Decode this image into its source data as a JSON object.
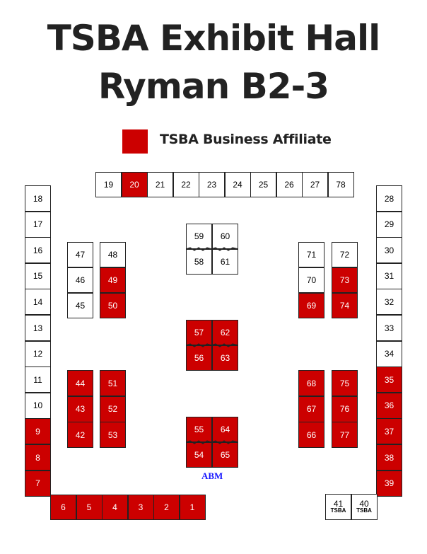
{
  "title_line1": "TSBA Exhibit Hall",
  "title_line2": "Ryman B2-3",
  "legend": {
    "label": "TSBA Business Affiliate",
    "color": "#cc0000"
  },
  "affiliate_color": "#cc0000",
  "abm_label": "ABM",
  "booths": [
    {
      "n": "19",
      "a": false
    },
    {
      "n": "20",
      "a": true
    },
    {
      "n": "21",
      "a": false
    },
    {
      "n": "22",
      "a": false
    },
    {
      "n": "23",
      "a": false
    },
    {
      "n": "24",
      "a": false
    },
    {
      "n": "25",
      "a": false
    },
    {
      "n": "26",
      "a": false
    },
    {
      "n": "27",
      "a": false
    },
    {
      "n": "78",
      "a": false
    },
    {
      "n": "18",
      "a": false
    },
    {
      "n": "17",
      "a": false
    },
    {
      "n": "16",
      "a": false
    },
    {
      "n": "15",
      "a": false
    },
    {
      "n": "14",
      "a": false
    },
    {
      "n": "13",
      "a": false
    },
    {
      "n": "12",
      "a": false
    },
    {
      "n": "11",
      "a": false
    },
    {
      "n": "10",
      "a": false
    },
    {
      "n": "9",
      "a": true
    },
    {
      "n": "8",
      "a": true
    },
    {
      "n": "7",
      "a": true
    },
    {
      "n": "6",
      "a": true
    },
    {
      "n": "5",
      "a": true
    },
    {
      "n": "4",
      "a": true
    },
    {
      "n": "3",
      "a": true
    },
    {
      "n": "2",
      "a": true
    },
    {
      "n": "1",
      "a": true
    },
    {
      "n": "28",
      "a": false
    },
    {
      "n": "29",
      "a": false
    },
    {
      "n": "30",
      "a": false
    },
    {
      "n": "31",
      "a": false
    },
    {
      "n": "32",
      "a": false
    },
    {
      "n": "33",
      "a": false
    },
    {
      "n": "34",
      "a": false
    },
    {
      "n": "35",
      "a": true
    },
    {
      "n": "36",
      "a": true
    },
    {
      "n": "37",
      "a": true
    },
    {
      "n": "38",
      "a": true
    },
    {
      "n": "39",
      "a": true
    },
    {
      "n": "47",
      "a": false
    },
    {
      "n": "46",
      "a": false
    },
    {
      "n": "45",
      "a": false
    },
    {
      "n": "48",
      "a": false
    },
    {
      "n": "49",
      "a": true
    },
    {
      "n": "50",
      "a": true
    },
    {
      "n": "59",
      "a": false
    },
    {
      "n": "60",
      "a": false
    },
    {
      "n": "58",
      "a": false
    },
    {
      "n": "61",
      "a": false
    },
    {
      "n": "71",
      "a": false
    },
    {
      "n": "70",
      "a": false
    },
    {
      "n": "69",
      "a": true
    },
    {
      "n": "72",
      "a": false
    },
    {
      "n": "73",
      "a": true
    },
    {
      "n": "74",
      "a": true
    },
    {
      "n": "57",
      "a": true
    },
    {
      "n": "62",
      "a": true
    },
    {
      "n": "56",
      "a": true
    },
    {
      "n": "63",
      "a": true
    },
    {
      "n": "44",
      "a": true
    },
    {
      "n": "43",
      "a": true
    },
    {
      "n": "42",
      "a": true
    },
    {
      "n": "51",
      "a": true
    },
    {
      "n": "52",
      "a": true
    },
    {
      "n": "53",
      "a": true
    },
    {
      "n": "55",
      "a": true
    },
    {
      "n": "64",
      "a": true
    },
    {
      "n": "54",
      "a": true
    },
    {
      "n": "65",
      "a": true
    },
    {
      "n": "68",
      "a": true
    },
    {
      "n": "67",
      "a": true
    },
    {
      "n": "66",
      "a": true
    },
    {
      "n": "75",
      "a": true
    },
    {
      "n": "76",
      "a": true
    },
    {
      "n": "77",
      "a": true
    },
    {
      "n": "41",
      "a": false,
      "sub": "TSBA"
    },
    {
      "n": "40",
      "a": false,
      "sub": "TSBA"
    }
  ]
}
